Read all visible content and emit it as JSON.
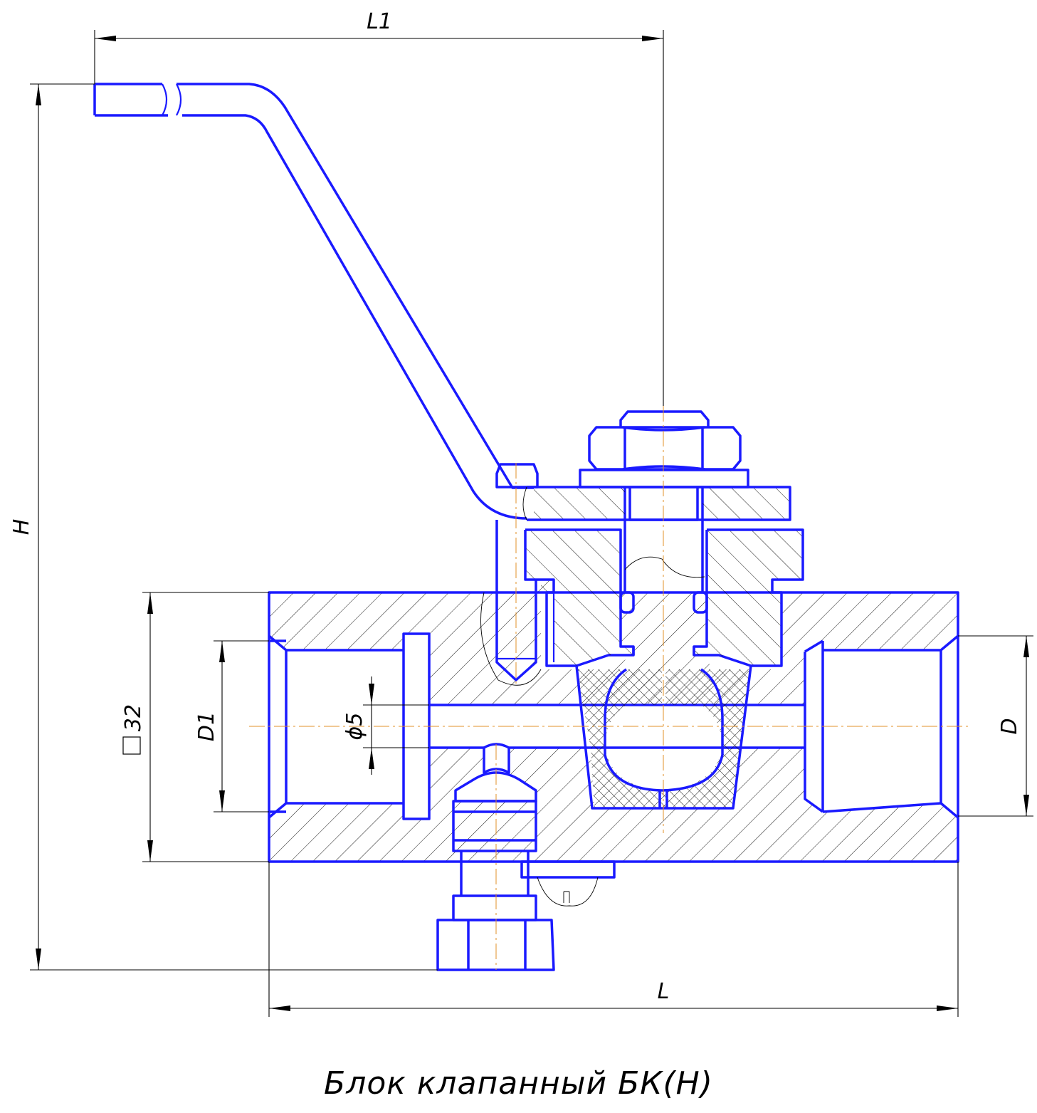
{
  "title": "Блок клапанный БК(Н)",
  "dimensions": {
    "L1": "L1",
    "H": "H",
    "L": "L",
    "D": "D",
    "D1": "D1",
    "phi5": "ϕ5",
    "square32": "32"
  },
  "colors": {
    "part": "#1a1aff",
    "dimension": "#000000",
    "axis": "#e0902a"
  }
}
